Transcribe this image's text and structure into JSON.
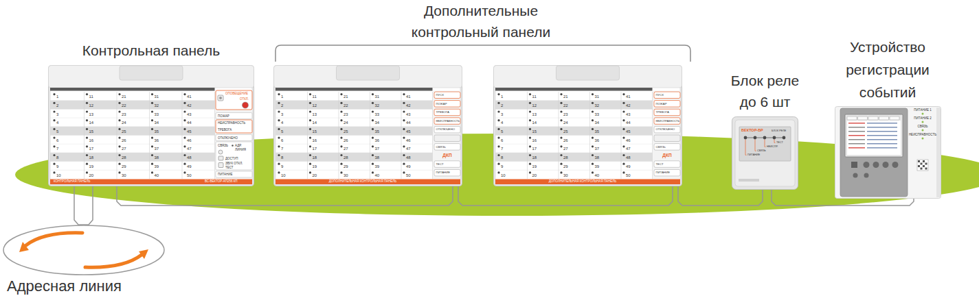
{
  "diagram": {
    "nodes": [
      {
        "text": [
          "Контрольная панель",
          "1",
          "2",
          "3",
          "4",
          "5",
          "6",
          "7",
          "8",
          "9",
          "10",
          "11",
          "12",
          "13",
          "14",
          "15",
          "16",
          "17",
          "18",
          "19",
          "20",
          "21",
          "22",
          "23",
          "24",
          "25",
          "26",
          "27",
          "28",
          "29",
          "30",
          "31",
          "32",
          "33",
          "34",
          "35",
          "36",
          "37",
          "38",
          "39",
          "40",
          "41",
          "42",
          "43",
          "44",
          "45",
          "46",
          "47",
          "48",
          "49",
          "50",
          "ОПОВЕЩЕНИЕ",
          "ОТКЛ.",
          "ПОЖАР",
          "НЕИСПРАВНОСТЬ",
          "ТРЕВОГА",
          "ОТКЛЮЧЕНО",
          "СВЯЗЬ",
          "АДР. ЛИНИЯ",
          "ДОСТУП",
          "ЗВУК ОТКЛ. ТЕСТ",
          "ПИТАНИЕ",
          "КОНТРОЛЬНАЯ ПАНЕЛЬ",
          "ВС-ВЕКТОР-АП256 КП"
        ]
      },
      {
        "text": [
          "1",
          "2",
          "3",
          "4",
          "5",
          "6",
          "7",
          "8",
          "9",
          "10",
          "11",
          "12",
          "13",
          "14",
          "15",
          "16",
          "17",
          "18",
          "19",
          "20",
          "21",
          "22",
          "23",
          "24",
          "25",
          "26",
          "27",
          "28",
          "29",
          "30",
          "31",
          "32",
          "33",
          "34",
          "35",
          "36",
          "37",
          "38",
          "39",
          "40",
          "41",
          "42",
          "43",
          "44",
          "45",
          "46",
          "47",
          "48",
          "49",
          "50",
          "ПУСК",
          "ПОЖАР",
          "ТРЕВОГА",
          "НЕИСПРАВНОСТЬ",
          "ОТКЛЮЧЕНО",
          "СВЯЗЬ",
          "ДКП",
          "ТЕСТ",
          "ПИТАНИЕ",
          "ДОПОЛНИТЕЛЬНАЯ КОНТРОЛЬНАЯ ПАНЕЛЬ"
        ]
      },
      {
        "text": [
          "1",
          "2",
          "3",
          "4",
          "5",
          "6",
          "7",
          "8",
          "9",
          "10",
          "11",
          "12",
          "13",
          "14",
          "15",
          "16",
          "17",
          "18",
          "19",
          "20",
          "21",
          "22",
          "23",
          "24",
          "25",
          "26",
          "27",
          "28",
          "29",
          "30",
          "31",
          "32",
          "33",
          "34",
          "35",
          "36",
          "37",
          "38",
          "39",
          "40",
          "41",
          "42",
          "43",
          "44",
          "45",
          "46",
          "47",
          "48",
          "49",
          "50",
          "ПУСК",
          "ПОЖАР",
          "ТРЕВОГА",
          "НЕИСПРАВНОСТЬ",
          "ОТКЛЮЧЕНО",
          "СВЯЗЬ",
          "ДКП",
          "ТЕСТ",
          "ПИТАНИЕ",
          "ДОПОЛНИТЕЛЬНАЯ КОНТРОЛЬНАЯ ПАНЕЛЬ"
        ]
      },
      {
        "text": [
          "Блок реле до 6 шт",
          "ВЕКТОР-БР",
          "БЛОК РЕЛЕ",
          "ТЕСТ",
          "НЕИСПР.",
          "СВЯЗЬ",
          "ПИТАНИЕ"
        ]
      },
      {
        "text": [
          "Устройство регистрации событий",
          "ПИТАНИЕ 1",
          "ПИТАНИЕ 2",
          "СВЯЗЬ",
          "НЕИСПРАВНОСТЬ"
        ]
      },
      {
        "text": [
          "Адресная линия"
        ]
      }
    ],
    "edges": [
      {
        "from": 0,
        "to": 5,
        "arrow": "none"
      },
      {
        "from": 0,
        "to": 1,
        "arrow": "none"
      },
      {
        "from": 1,
        "to": 2,
        "arrow": "none"
      },
      {
        "from": 2,
        "to": 3,
        "arrow": "none"
      },
      {
        "from": 3,
        "to": 4,
        "arrow": "none"
      }
    ],
    "labels": [
      "Дополнительные контрольный панели"
    ]
  }
}
